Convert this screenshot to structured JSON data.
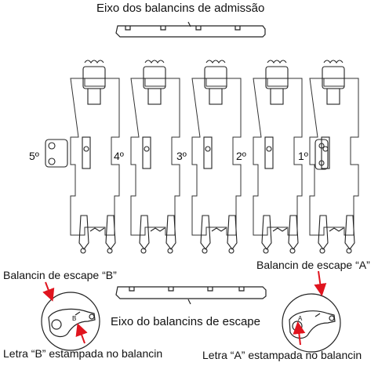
{
  "labels": {
    "intake_shaft": "Eixo dos balancins de admissão",
    "exhaust_shaft": "Eixo do balancins de escape",
    "rocker_b": "Balancin de escape “B”",
    "rocker_a": "Balancin de escape “A”",
    "letter_b": "Letra “B” estampada no balancin",
    "letter_a": "Letra “A” estampada no balancin"
  },
  "cylinders": [
    "5º",
    "4º",
    "3º",
    "2º",
    "1º"
  ],
  "stamp_letters": {
    "b": "B",
    "a": "A"
  },
  "colors": {
    "arrow": "#e0141e",
    "line": "#222222"
  }
}
